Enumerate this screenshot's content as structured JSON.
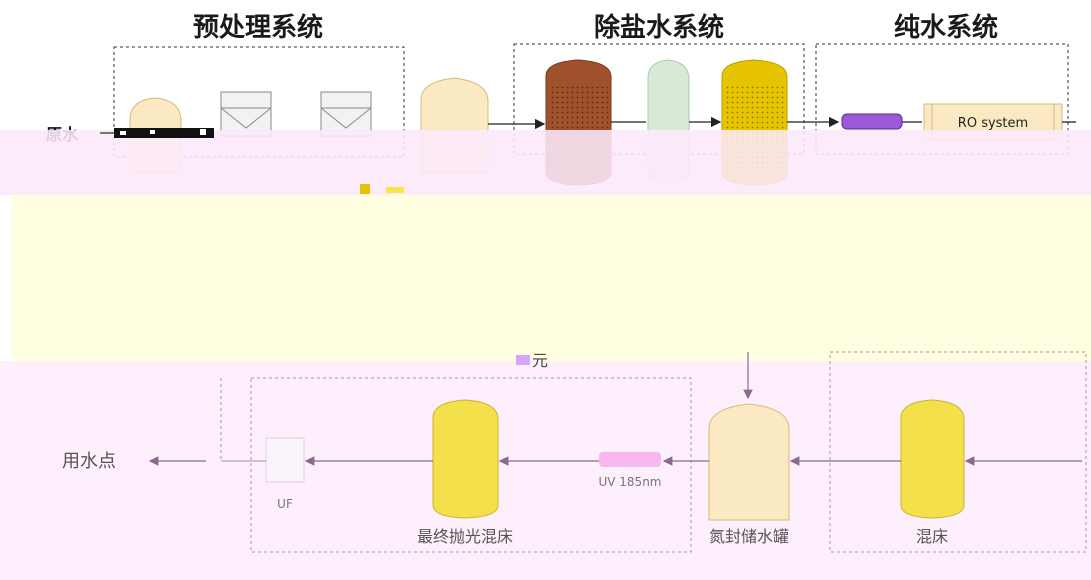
{
  "sections": {
    "pretreatment": "预处理系统",
    "desalination": "除盐水系统",
    "pure_water": "纯水系统"
  },
  "inputs": {
    "raw_water": "原水"
  },
  "equipment": {
    "ro_system": "RO system",
    "uv": "UV 185nm",
    "uf": "UF",
    "polishing_bed": "最终抛光混床",
    "nitrogen_tank": "氮封储水罐",
    "mixed_bed": "混床"
  },
  "outputs": {
    "point_of_use": "用水点"
  },
  "artifacts": {
    "glyph_fragment": "元"
  },
  "colors": {
    "band_pink": "#fce9fb",
    "band_yellow": "#fffee0",
    "tank_cream": "#fbe9c4",
    "tank_brown": "#a0522d",
    "tank_mint": "#d8ead7",
    "tank_gold": "#e6c400",
    "tank_yellow": "#f3e04a",
    "filter_purple": "#9a5ad8",
    "uv_pink": "#f7b6f0"
  }
}
